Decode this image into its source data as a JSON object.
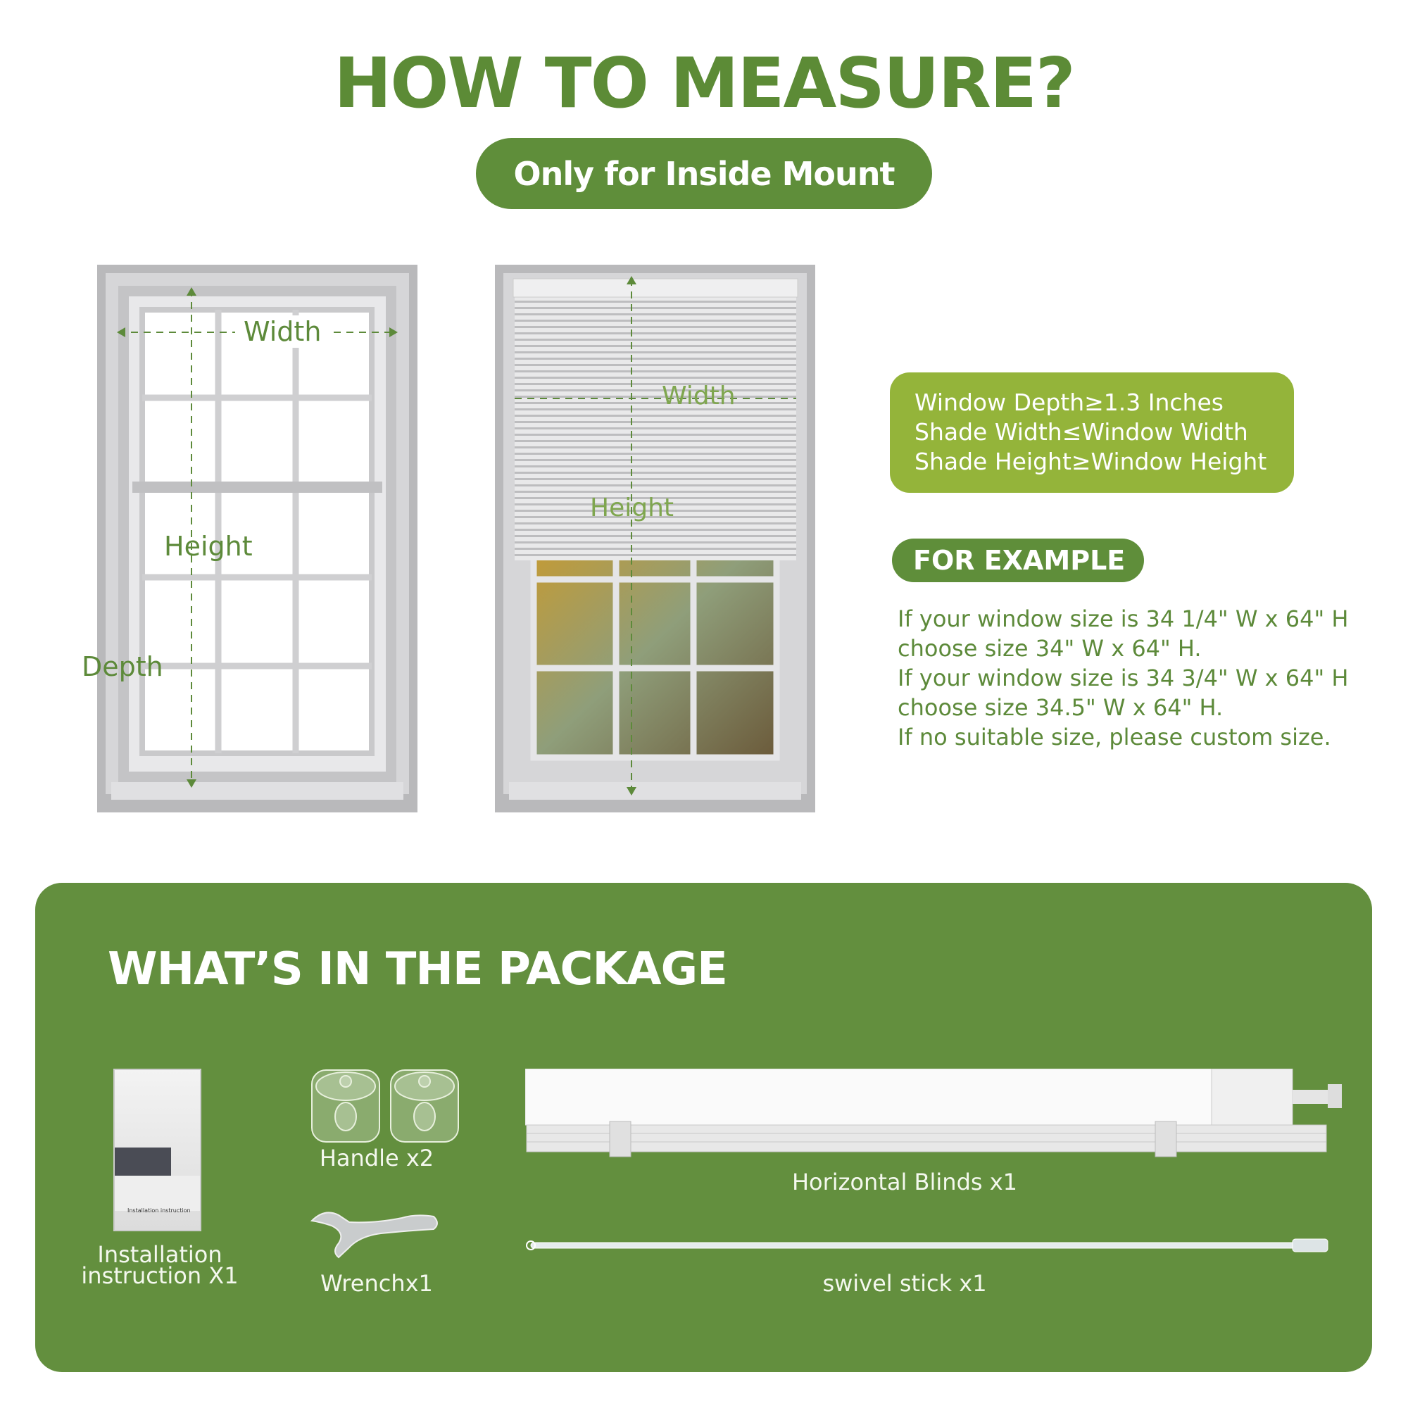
{
  "header": {
    "title": "HOW TO MEASURE?",
    "mount_label": "Only for Inside Mount"
  },
  "diagrams": {
    "window_plain": {
      "width_label": "Width",
      "height_label": "Height",
      "depth_label": "Depth"
    },
    "window_blind": {
      "width_label": "Width",
      "height_label": "Height"
    }
  },
  "requirements": [
    "Window Depth≥1.3 Inches",
    "Shade Width≤Window Width",
    "Shade Height≥Window Height"
  ],
  "example": {
    "heading": "FOR EXAMPLE",
    "lines": [
      "If your window size is 34 1/4\" W x 64\" H",
      "choose size 34\" W x 64\" H.",
      "If your window size is 34 3/4\" W x 64\" H",
      "choose size 34.5\" W x 64\" H.",
      "If no suitable size, please custom size."
    ]
  },
  "package": {
    "title": "WHAT’S IN THE PACKAGE",
    "items": [
      {
        "label_line1": "Installation",
        "label_line2": "instruction X1",
        "booklet_text": "Installation instruction"
      },
      {
        "label": "Handle x2"
      },
      {
        "label": "Wrenchx1"
      },
      {
        "label": "Horizontal Blinds x1"
      },
      {
        "label": "swivel stick x1"
      }
    ]
  },
  "colors": {
    "dark_green": "#5f8e3a",
    "light_green": "#94b43a",
    "package_bg": "#638f3e"
  }
}
